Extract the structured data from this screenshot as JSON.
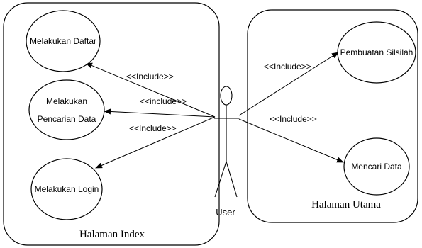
{
  "diagram": {
    "actor": {
      "label": "User"
    },
    "boundaries": [
      {
        "id": "index",
        "label": "Halaman Index"
      },
      {
        "id": "utama",
        "label": "Halaman Utama"
      }
    ],
    "use_cases": [
      {
        "id": "daftar",
        "lines": [
          "Melakukan Daftar"
        ]
      },
      {
        "id": "pencarian",
        "lines": [
          "Melakukan",
          "Pencarian Data"
        ]
      },
      {
        "id": "login",
        "lines": [
          "Melakukan Login"
        ]
      },
      {
        "id": "silsilah",
        "lines": [
          "Pembuatan Silsilah"
        ]
      },
      {
        "id": "mencari",
        "lines": [
          "Mencari Data"
        ]
      }
    ],
    "associations": [
      {
        "to": "daftar",
        "label": "<<Include>>"
      },
      {
        "to": "pencarian",
        "label": "<<include>>"
      },
      {
        "to": "login",
        "label": "<<Include>>"
      },
      {
        "to": "silsilah",
        "label": "<<Include>>"
      },
      {
        "to": "mencari",
        "label": "<<Include>>"
      }
    ]
  }
}
